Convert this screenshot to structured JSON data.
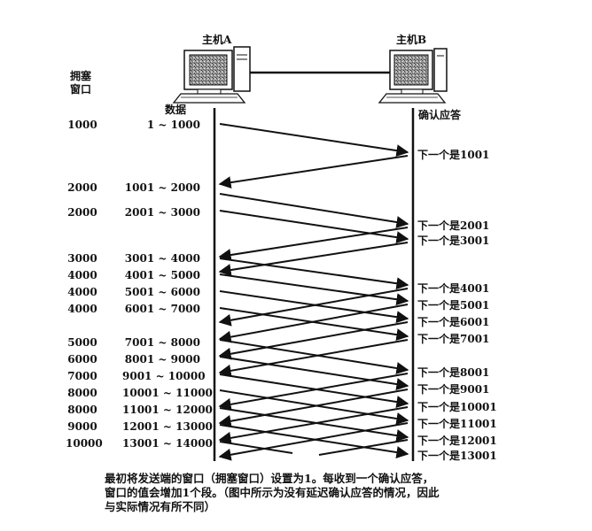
{
  "host_a": "主机A",
  "host_b": "主机B",
  "cwnd_label_line1": "拥塞",
  "cwnd_label_line2": "窗口",
  "data_label": "数据",
  "ack_label": "确认应答",
  "rows": [
    {
      "win": "1000",
      "range": "1 ~ 1000"
    },
    {
      "win": "2000",
      "range": "1001 ~ 2000"
    },
    {
      "win": "2000",
      "range": "2001 ~ 3000"
    },
    {
      "win": "3000",
      "range": "3001 ~ 4000"
    },
    {
      "win": "4000",
      "range": "4001 ~ 5000"
    },
    {
      "win": "4000",
      "range": "5001 ~ 6000"
    },
    {
      "win": "4000",
      "range": "6001 ~ 7000"
    },
    {
      "win": "5000",
      "range": "7001 ~ 8000"
    },
    {
      "win": "6000",
      "range": "8001 ~ 9000"
    },
    {
      "win": "7000",
      "range": "9001 ~ 10000"
    },
    {
      "win": "8000",
      "range": "10001 ~ 11000"
    },
    {
      "win": "8000",
      "range": "11001 ~ 12000"
    },
    {
      "win": "9000",
      "range": "12001 ~ 13000"
    },
    {
      "win": "10000",
      "range": "13001 ~ 14000"
    }
  ],
  "acks": [
    "下一个是1001",
    "下一个是2001",
    "下一个是3001",
    "下一个是4001",
    "下一个是5001",
    "下一个是6001",
    "下一个是7001",
    "下一个是8001",
    "下一个是9001",
    "下一个是10001",
    "下一个是11001",
    "下一个是12001",
    "下一个是13001"
  ],
  "caption_lines": [
    "最初将发送端的窗口（拥塞窗口）设置为1。每收到一个确认应答，",
    "窗口的值会增加1个段。（图中所示为没有延迟确认应答的情况，因此",
    "与实际情况有所不同）"
  ]
}
